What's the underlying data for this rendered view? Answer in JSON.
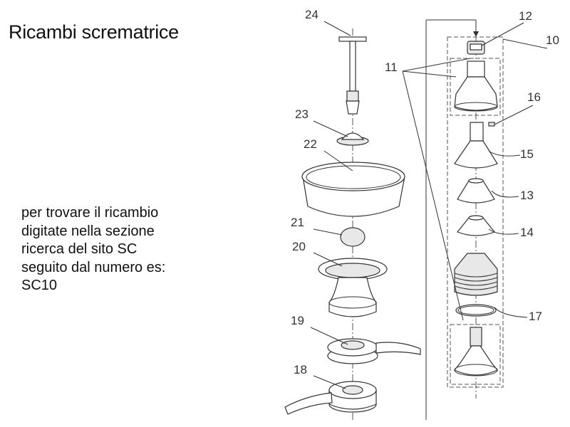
{
  "title": "Ricambi scrematrice",
  "instructions": [
    "per trovare il ricambio",
    "digitate nella sezione",
    "ricerca del sito SC",
    "seguito dal numero es:",
    "SC10"
  ],
  "diagram": {
    "left_column_labels": [
      "24",
      "23",
      "22",
      "21",
      "20",
      "19",
      "18"
    ],
    "right_column_labels": [
      "12",
      "10",
      "11",
      "16",
      "15",
      "13",
      "14",
      "17"
    ]
  }
}
